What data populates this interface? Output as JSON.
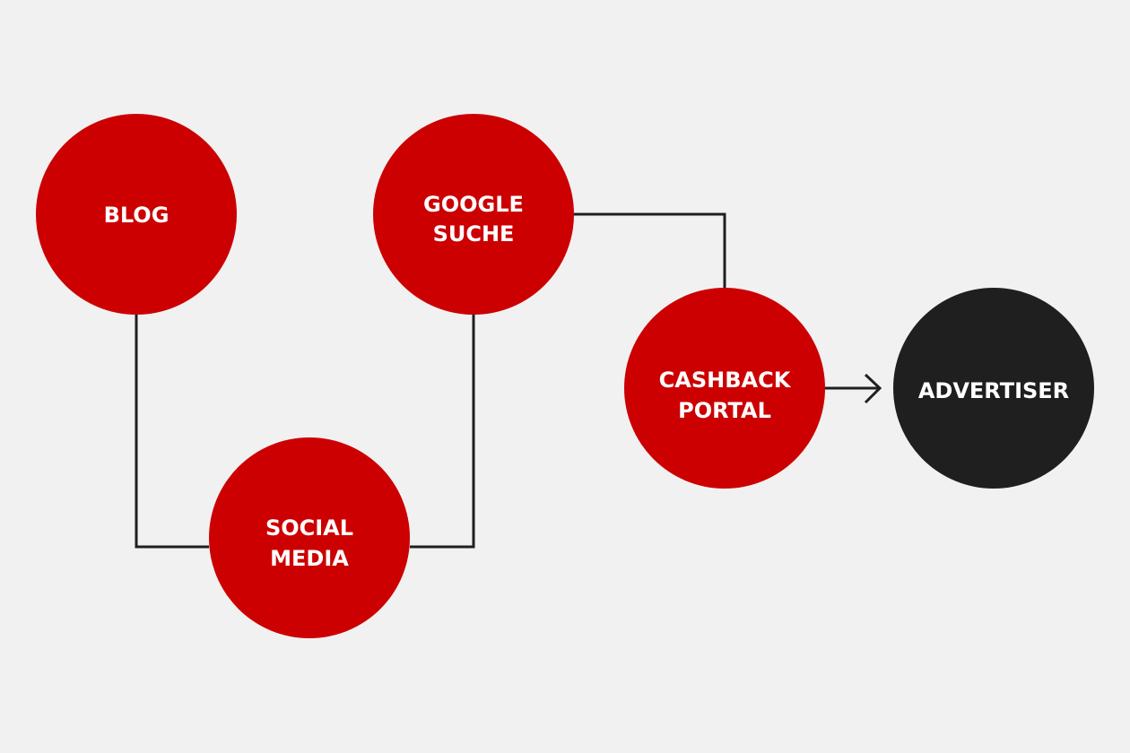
{
  "colors": {
    "background": "#f1f1f1",
    "node_red": "#cc0000",
    "node_dark": "#1f1f1f",
    "connector": "#1f1f1f"
  },
  "nodes": {
    "blog": {
      "lines": [
        "BLOG"
      ]
    },
    "google": {
      "lines": [
        "GOOGLE",
        "SUCHE"
      ]
    },
    "social": {
      "lines": [
        "SOCIAL",
        "MEDIA"
      ]
    },
    "cashback": {
      "lines": [
        "CASHBACK",
        "PORTAL"
      ]
    },
    "advertiser": {
      "lines": [
        "ADVERTISER"
      ]
    }
  }
}
